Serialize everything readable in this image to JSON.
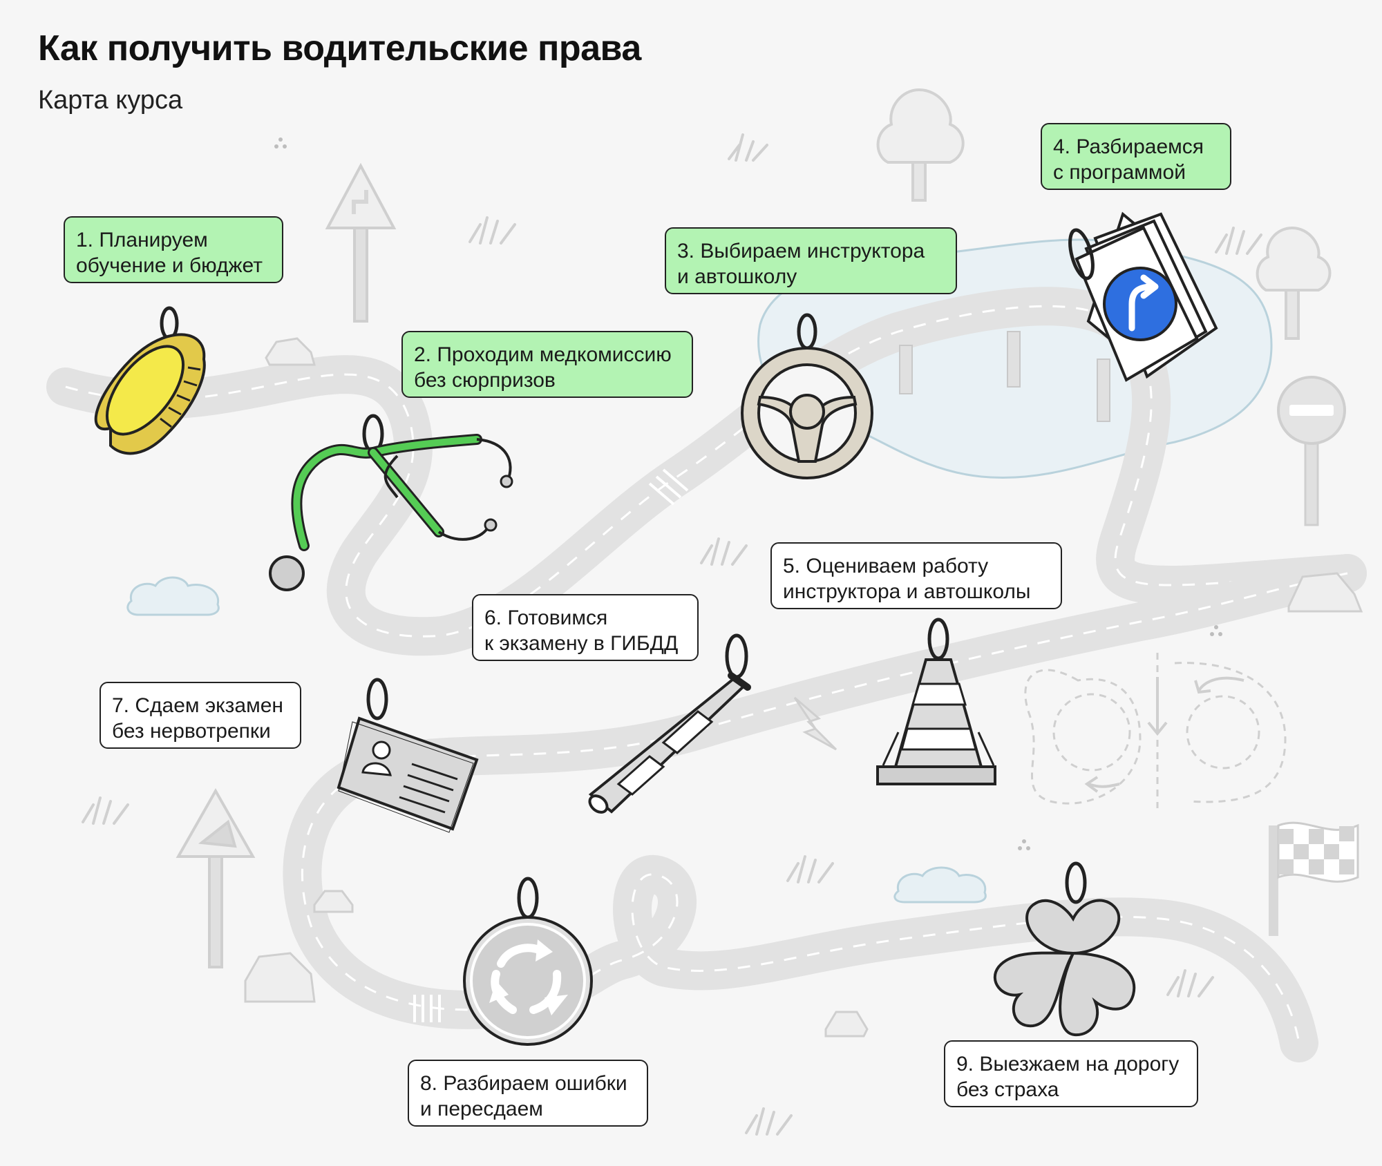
{
  "header": {
    "title": "Как получить водительские права",
    "subtitle": "Карта курса"
  },
  "steps": [
    {
      "lines": [
        "1. Планируем",
        "обучение и бюджет"
      ],
      "icon": "coin-icon",
      "status": "done"
    },
    {
      "lines": [
        "2. Проходим медкомиссию",
        "без сюрпризов"
      ],
      "icon": "stethoscope-icon",
      "status": "done"
    },
    {
      "lines": [
        "3. Выбираем инструктора",
        "и автошколу"
      ],
      "icon": "steering-wheel-icon",
      "status": "done"
    },
    {
      "lines": [
        "4. Разбираемся",
        "с программой"
      ],
      "icon": "road-signs-booklet-icon",
      "status": "done"
    },
    {
      "lines": [
        "5. Оцениваем работу",
        "инструктора и автошколы"
      ],
      "icon": "traffic-cone-icon",
      "status": "upcoming"
    },
    {
      "lines": [
        "6.  Готовимся",
        "к экзамену в ГИБДД"
      ],
      "icon": "traffic-baton-icon",
      "status": "upcoming"
    },
    {
      "lines": [
        "7. Сдаем экзамен",
        "без нервотрепки"
      ],
      "icon": "id-card-icon",
      "status": "upcoming"
    },
    {
      "lines": [
        "8. Разбираем ошибки",
        "и пересдаем"
      ],
      "icon": "roundabout-sign-icon",
      "status": "upcoming"
    },
    {
      "lines": [
        "9. Выезжаем на дорогу",
        "без страха"
      ],
      "icon": "clover-icon",
      "status": "upcoming"
    }
  ],
  "colors": {
    "done_fill": "#b3f3b3",
    "upcoming_fill": "#ffffff",
    "road": "#e2e2e2",
    "background": "#f6f6f6",
    "accent_yellow": "#f4e94a",
    "accent_green": "#55cc55",
    "sign_blue": "#2e6fe0"
  }
}
